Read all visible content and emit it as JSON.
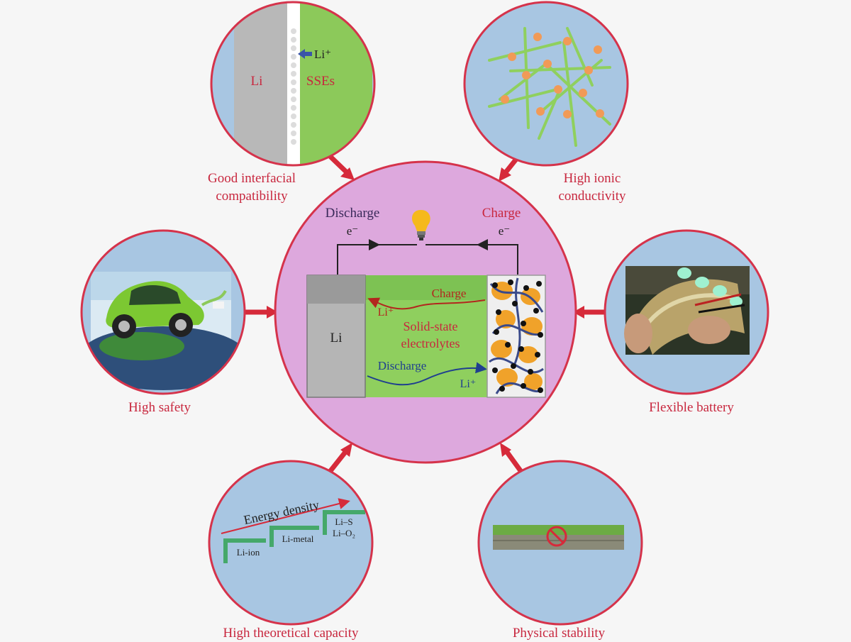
{
  "colors": {
    "ring": "#d5334b",
    "outer_fill": "#a8c6e2",
    "center_fill": "#dda8dd",
    "caption": "#c8273e",
    "green": "#8fcf5e",
    "arrow": "#d62a3a"
  },
  "center": {
    "discharge_label": "Discharge",
    "charge_label": "Charge",
    "electron_left": "e⁻",
    "electron_right": "e⁻",
    "anode_label": "Li",
    "electrolyte_line1": "Solid-state",
    "electrolyte_line2": "electrolytes",
    "charge_arrow_label": "Charge",
    "discharge_arrow_label": "Discharge",
    "li_ion_top": "Li⁺",
    "li_ion_bottom": "Li⁺",
    "bulb_icon": "light-bulb-icon"
  },
  "features": {
    "interface": {
      "caption_line1": "Good interfacial",
      "caption_line2": "compatibility",
      "li_label": "Li",
      "sse_label": "SSEs",
      "ion_label": "Li⁺"
    },
    "conductivity": {
      "caption_line1": "High ionic",
      "caption_line2": "conductivity"
    },
    "safety": {
      "caption": "High safety"
    },
    "flexible": {
      "caption": "Flexible battery"
    },
    "capacity": {
      "caption": "High theoretical capacity",
      "arrow_label": "Energy density",
      "step1": "Li-ion",
      "step2": "Li-metal",
      "step3_line1": "Li–S",
      "step3_line2": "Li–O₂"
    },
    "stability": {
      "caption": "Physical stability",
      "icon": "prohibited-icon"
    }
  }
}
